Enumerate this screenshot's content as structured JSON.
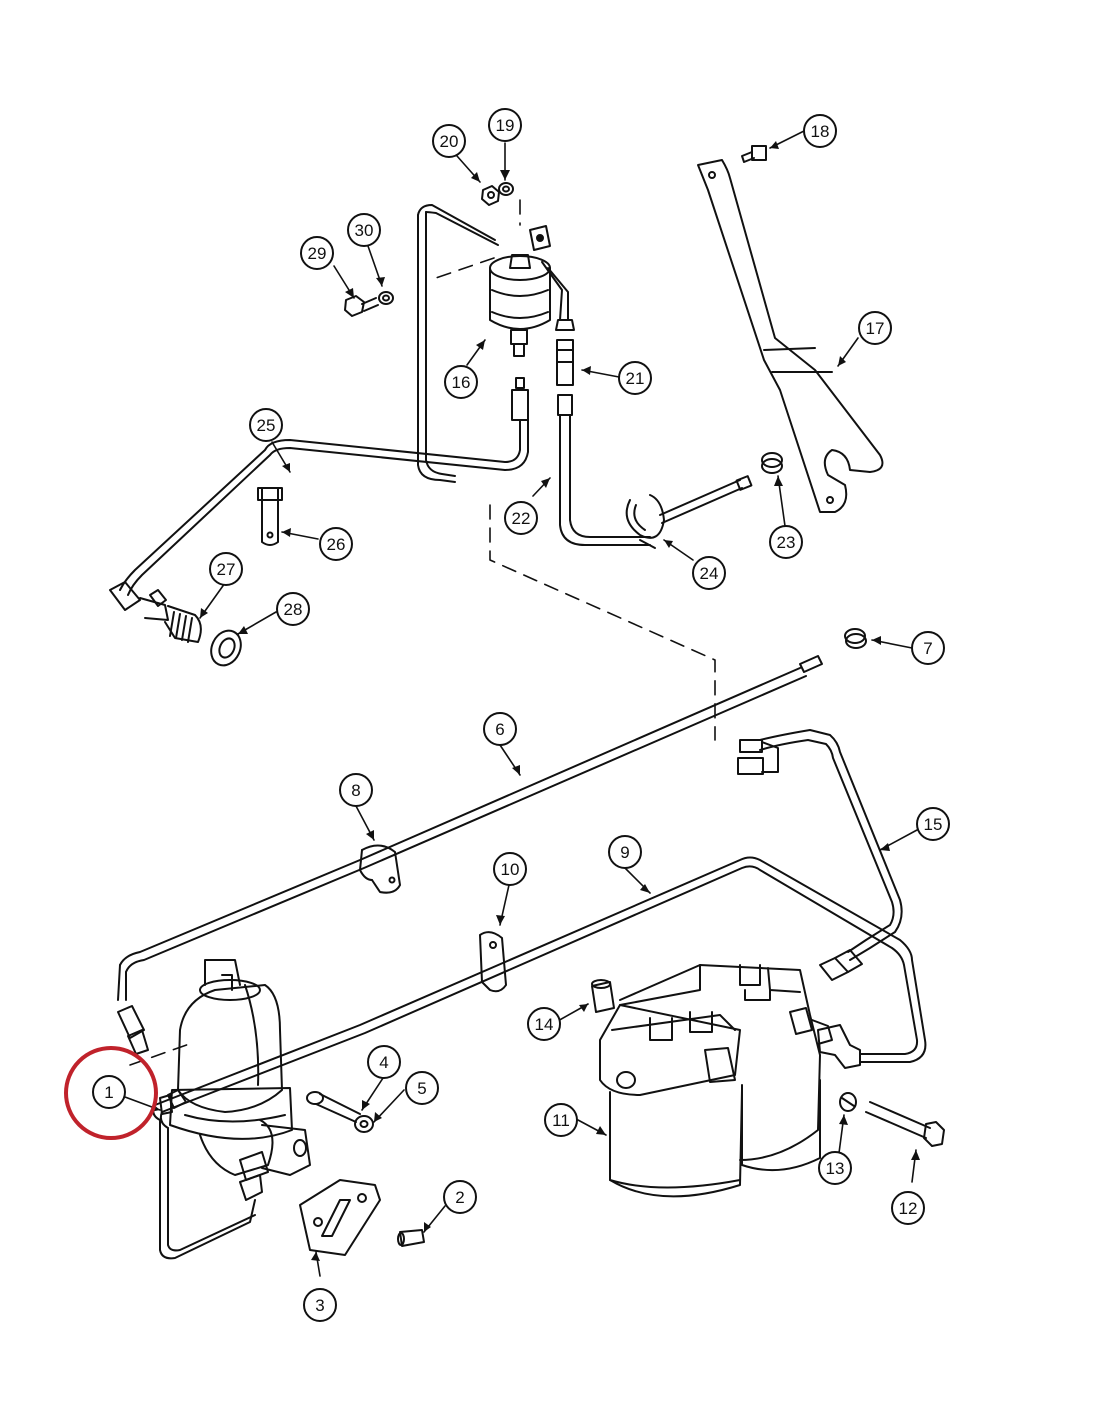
{
  "diagram": {
    "highlight_color": "#c0222b",
    "line_color": "#111111",
    "highlighted_callout": "1",
    "callouts": [
      {
        "id": "c1",
        "label": "1"
      },
      {
        "id": "c2",
        "label": "2"
      },
      {
        "id": "c3",
        "label": "3"
      },
      {
        "id": "c4",
        "label": "4"
      },
      {
        "id": "c5",
        "label": "5"
      },
      {
        "id": "c6",
        "label": "6"
      },
      {
        "id": "c7",
        "label": "7"
      },
      {
        "id": "c8",
        "label": "8"
      },
      {
        "id": "c9",
        "label": "9"
      },
      {
        "id": "c10",
        "label": "10"
      },
      {
        "id": "c11",
        "label": "11"
      },
      {
        "id": "c12",
        "label": "12"
      },
      {
        "id": "c13",
        "label": "13"
      },
      {
        "id": "c14",
        "label": "14"
      },
      {
        "id": "c15",
        "label": "15"
      },
      {
        "id": "c16",
        "label": "16"
      },
      {
        "id": "c17",
        "label": "17"
      },
      {
        "id": "c18",
        "label": "18"
      },
      {
        "id": "c19",
        "label": "19"
      },
      {
        "id": "c20",
        "label": "20"
      },
      {
        "id": "c21",
        "label": "21"
      },
      {
        "id": "c22",
        "label": "22"
      },
      {
        "id": "c23",
        "label": "23"
      },
      {
        "id": "c24",
        "label": "24"
      },
      {
        "id": "c25",
        "label": "25"
      },
      {
        "id": "c26",
        "label": "26"
      },
      {
        "id": "c27",
        "label": "27"
      },
      {
        "id": "c28",
        "label": "28"
      },
      {
        "id": "c29",
        "label": "29"
      },
      {
        "id": "c30",
        "label": "30"
      }
    ]
  }
}
